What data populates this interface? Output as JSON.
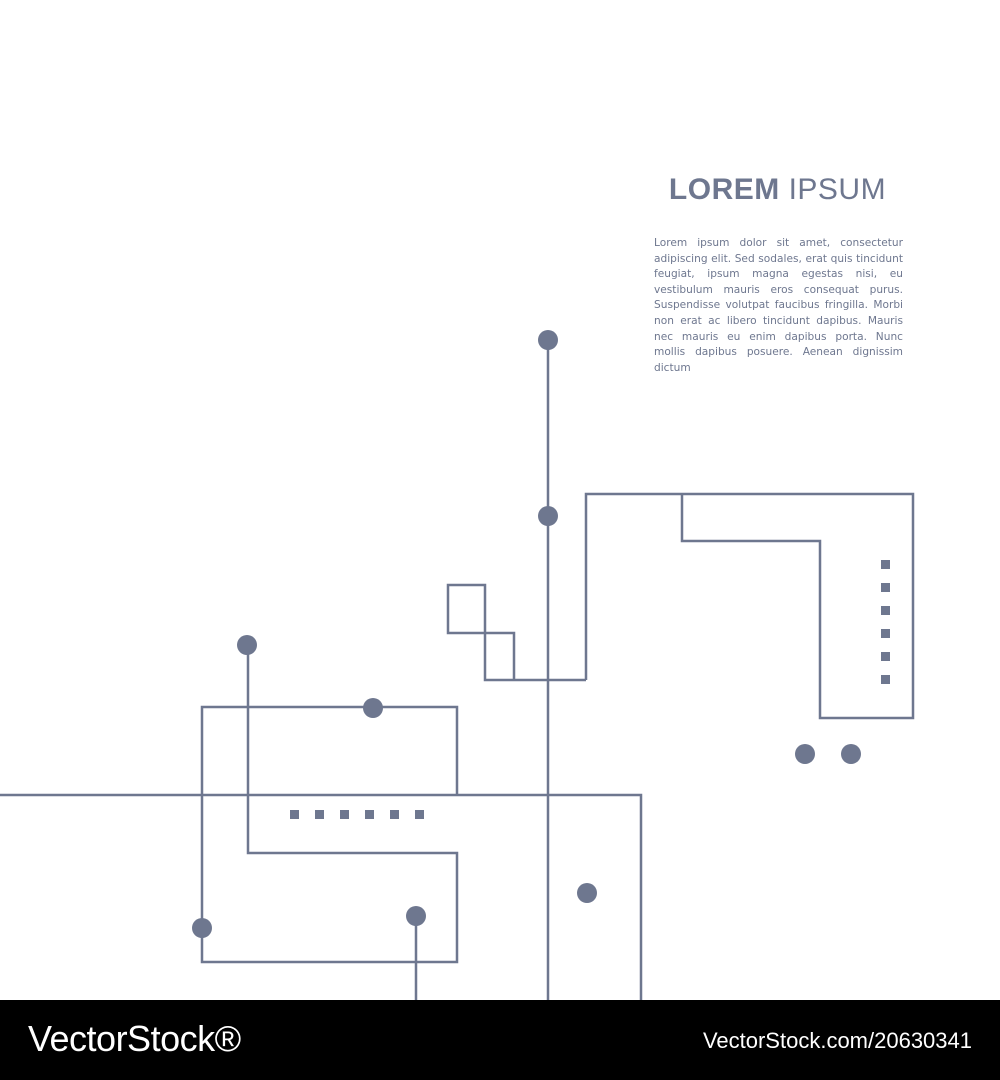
{
  "design": {
    "line_color": "#6e778f",
    "accent_color": "#6e778f",
    "background": "#ffffff"
  },
  "header": {
    "title_bold": "LOREM",
    "title_light": "IPSUM"
  },
  "body": {
    "paragraph": "Lorem ipsum dolor sit amet, consectetur adipiscing elit. Sed sodales, erat quis tincidunt feugiat, ipsum magna egestas nisi, eu vestibulum mauris eros consequat purus. Suspendisse volutpat faucibus fringilla. Morbi non erat ac libero tincidunt dapibus. Mauris nec mauris eu enim dapibus porta. Nunc mollis dapibus posuere. Aenean dignissim dictum"
  },
  "footer": {
    "brand": "VectorStock®",
    "ref": "VectorStock.com/20630341",
    "background": "#000000"
  }
}
